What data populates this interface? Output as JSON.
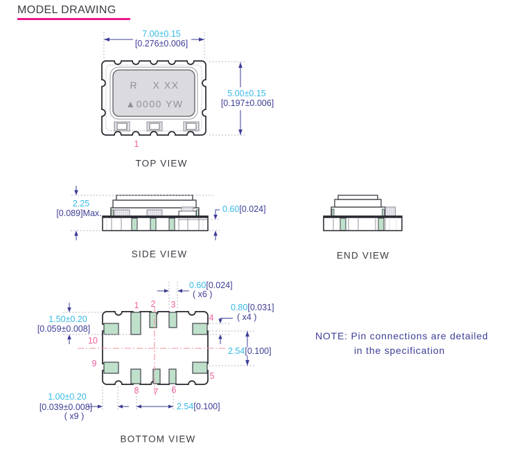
{
  "title": "MODEL DRAWING",
  "colors": {
    "metric": "#35b9e6",
    "inch": "#3c3c96",
    "pin": "#f0609c",
    "underline": "#e81a8c",
    "pad_green": "#bfe0ca"
  },
  "top_view": {
    "label": "TOP VIEW",
    "marking_line1": "R    X XX",
    "marking_line2": "▲0000 YW",
    "pin1": "1",
    "dim_width_mm": "7.00±0.15",
    "dim_width_in": "[0.276±0.006]",
    "dim_height_mm": "5.00±0.15",
    "dim_height_in": "[0.197±0.006]"
  },
  "side_view": {
    "label": "SIDE VIEW",
    "dim_height_mm": "2.25",
    "dim_height_in": "[0.089]Max.",
    "dim_base_mm": "0.60",
    "dim_base_in": "[0.024]"
  },
  "end_view": {
    "label": "END VIEW"
  },
  "bottom_view": {
    "label": "BOTTOM VIEW",
    "pins": {
      "p1": "1",
      "p2": "2",
      "p3": "3",
      "p4": "4",
      "p5": "5",
      "p6": "6",
      "p7": "7",
      "p8": "8",
      "p9": "9",
      "p10": "10"
    },
    "dims": {
      "pad_top_mm": "0.60",
      "pad_top_in": "[0.024]",
      "pad_top_qty": "( x6 )",
      "pad_side_mm": "0.80",
      "pad_side_in": "[0.031]",
      "pad_side_qty": "( x4 )",
      "pad1_len_mm": "1.50±0.20",
      "pad1_len_in": "[0.059±0.008]",
      "pitch_v_mm": "2.54",
      "pitch_v_in": "[0.100]",
      "pad_len_mm": "1.00±0.20",
      "pad_len_in": "[0.039±0.008]",
      "pad_len_qty": "( x9 )",
      "pitch_h_mm": "2.54",
      "pitch_h_in": "[0.100]"
    }
  },
  "note": {
    "line1": "NOTE: Pin connections are detailed",
    "line2": "in the specification"
  }
}
